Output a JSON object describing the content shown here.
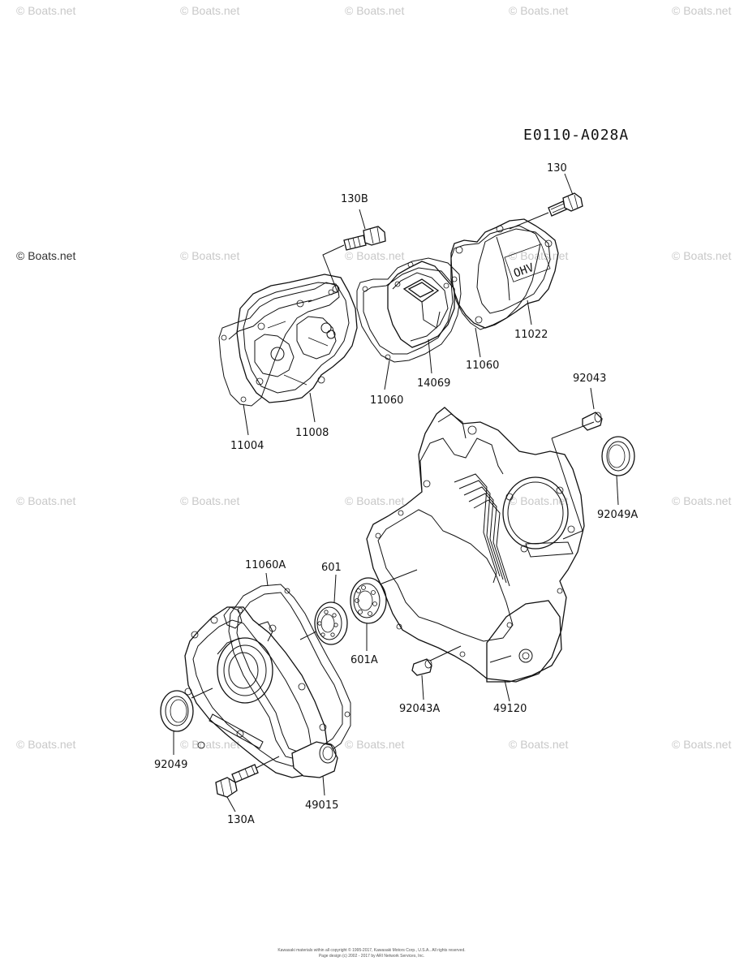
{
  "diagram_code": "E0110-A028A",
  "watermark": "© Boats.net",
  "copyright": [
    "Kawasaki materials within all copyright © 1995-2017, Kawasaki Motors Corp., U.S.A.. All rights reserved.",
    "Page design (c) 2002 - 2017 by ARI Network Services, Inc."
  ],
  "labels": {
    "p130": "130",
    "p130B": "130B",
    "p11022": "11022",
    "p11060_top": "11060",
    "p14069": "14069",
    "p11060_mid": "11060",
    "p11004": "11004",
    "p11008": "11008",
    "p92043": "92043",
    "p92049A": "92049A",
    "p11060A": "11060A",
    "p601": "601",
    "p601A": "601A",
    "p92043A": "92043A",
    "p49120": "49120",
    "p92049": "92049",
    "p49015": "49015",
    "p130A": "130A"
  }
}
